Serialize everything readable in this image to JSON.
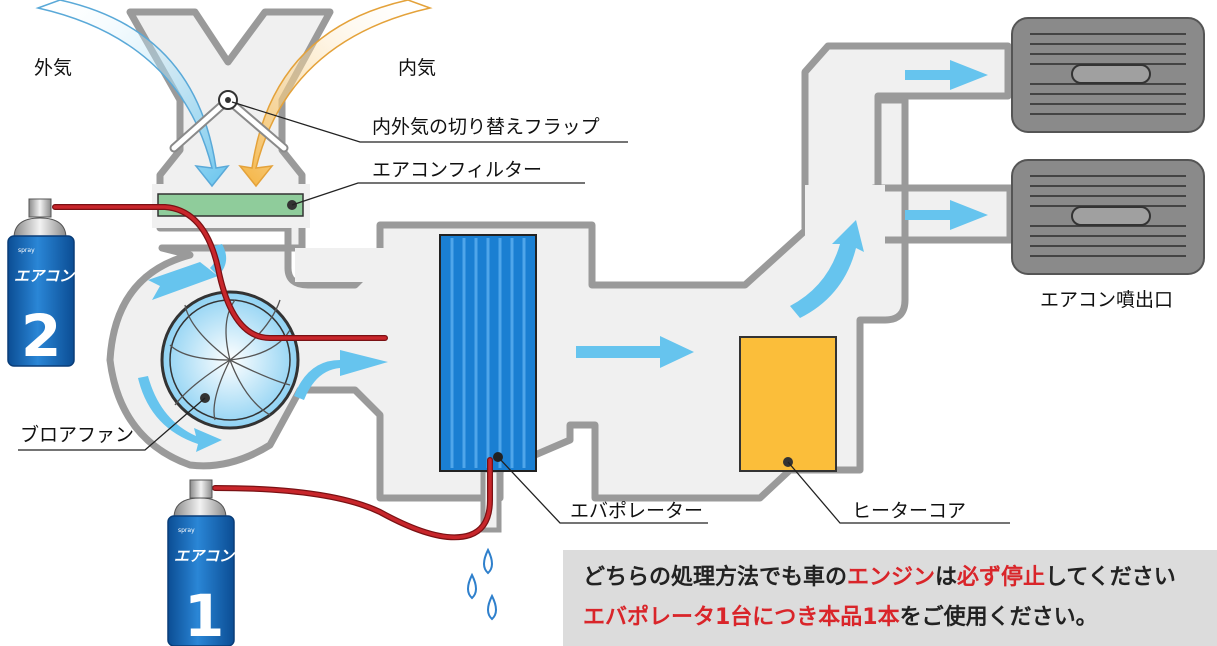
{
  "labels": {
    "outside_air": "外気",
    "inside_air": "内気",
    "flap": "内外気の切り替えフラップ",
    "filter": "エアコンフィルター",
    "outlet": "エアコン噴出口",
    "blower": "ブロアファン",
    "evaporator": "エバポレーター",
    "heater_core": "ヒーターコア"
  },
  "cans": [
    {
      "brand": "エアコン",
      "number": "2"
    },
    {
      "brand": "エアコン",
      "number": "1"
    }
  ],
  "notice": {
    "line1": [
      {
        "text": "どちらの処理方法でも車の",
        "red": false
      },
      {
        "text": "エンジン",
        "red": true
      },
      {
        "text": "は",
        "red": false
      },
      {
        "text": "必ず停止",
        "red": true
      },
      {
        "text": "してください",
        "red": false
      }
    ],
    "line2": [
      {
        "text": "エバポレータ1台につき本品1本",
        "red": true
      },
      {
        "text": "をご使用ください。",
        "red": false
      }
    ]
  },
  "colors": {
    "duct": "#f0f0f0",
    "duct_outline": "#9a9a9a",
    "arrow": "#66c4ee",
    "outside_air_arrow": "#66c4ee",
    "inside_air_arrow": "#f5b33e",
    "filter": "#8fcc9b",
    "evaporator": "#1a7fd2",
    "heater_core": "#fbbe3a",
    "tube": "#b51e22",
    "can_body": "#1366b4",
    "notice_red": "#d9252a",
    "water_drop": "#2f80cc"
  }
}
